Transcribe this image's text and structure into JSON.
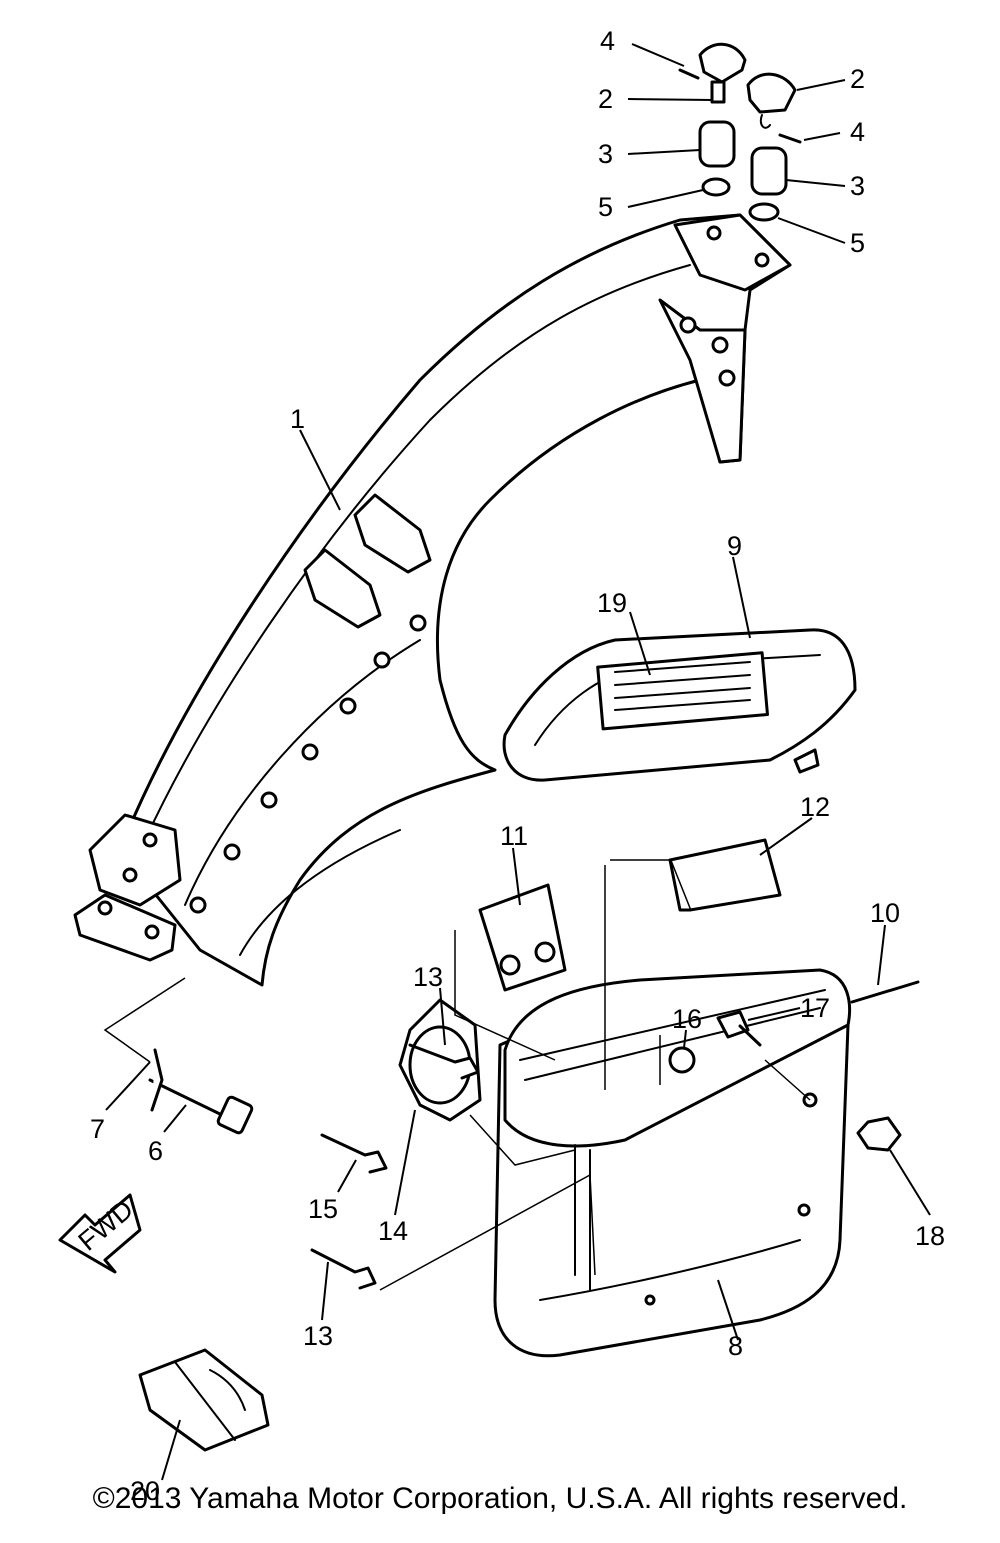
{
  "callouts": [
    {
      "label": "1"
    },
    {
      "label": "2"
    },
    {
      "label": "2"
    },
    {
      "label": "3"
    },
    {
      "label": "3"
    },
    {
      "label": "4"
    },
    {
      "label": "4"
    },
    {
      "label": "5"
    },
    {
      "label": "5"
    },
    {
      "label": "6"
    },
    {
      "label": "7"
    },
    {
      "label": "8"
    },
    {
      "label": "9"
    },
    {
      "label": "10"
    },
    {
      "label": "11"
    },
    {
      "label": "12"
    },
    {
      "label": "13"
    },
    {
      "label": "13"
    },
    {
      "label": "14"
    },
    {
      "label": "15"
    },
    {
      "label": "16"
    },
    {
      "label": "17"
    },
    {
      "label": "18"
    },
    {
      "label": "19"
    },
    {
      "label": "20"
    }
  ],
  "arrow_label": "FWD",
  "copyright": "©2013 Yamaha Motor Corporation, U.S.A. All rights reserved."
}
